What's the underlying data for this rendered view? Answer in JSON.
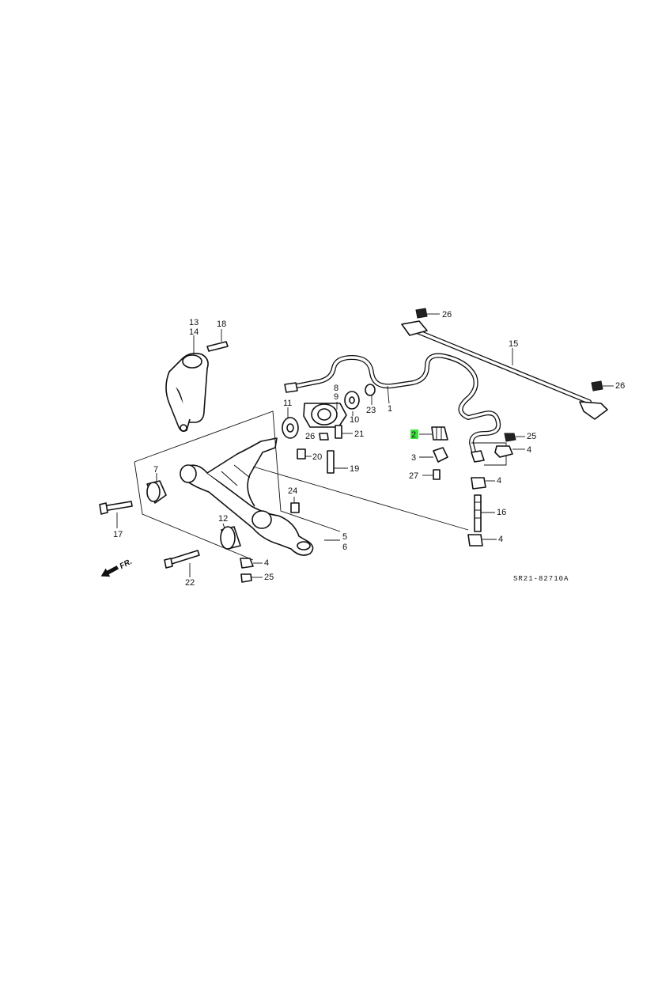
{
  "diagram": {
    "callouts": [
      {
        "id": "c26a",
        "text": "26"
      },
      {
        "id": "c15",
        "text": "15"
      },
      {
        "id": "c26b",
        "text": "26"
      },
      {
        "id": "c13",
        "text": "13"
      },
      {
        "id": "c14",
        "text": "14"
      },
      {
        "id": "c18",
        "text": "18"
      },
      {
        "id": "c8",
        "text": "8"
      },
      {
        "id": "c9",
        "text": "9"
      },
      {
        "id": "c10",
        "text": "10"
      },
      {
        "id": "c23",
        "text": "23"
      },
      {
        "id": "c1",
        "text": "1"
      },
      {
        "id": "c11",
        "text": "11"
      },
      {
        "id": "c26c",
        "text": "26"
      },
      {
        "id": "c21",
        "text": "21"
      },
      {
        "id": "c20",
        "text": "20"
      },
      {
        "id": "c19",
        "text": "19"
      },
      {
        "id": "c2",
        "text": "2"
      },
      {
        "id": "c3",
        "text": "3"
      },
      {
        "id": "c27",
        "text": "27"
      },
      {
        "id": "c25a",
        "text": "25"
      },
      {
        "id": "c4a",
        "text": "4"
      },
      {
        "id": "c4b",
        "text": "4"
      },
      {
        "id": "c16",
        "text": "16"
      },
      {
        "id": "c4c",
        "text": "4"
      },
      {
        "id": "c7",
        "text": "7"
      },
      {
        "id": "c17",
        "text": "17"
      },
      {
        "id": "c24",
        "text": "24"
      },
      {
        "id": "c12",
        "text": "12"
      },
      {
        "id": "c5",
        "text": "5"
      },
      {
        "id": "c6",
        "text": "6"
      },
      {
        "id": "c4d",
        "text": "4"
      },
      {
        "id": "c25b",
        "text": "25"
      },
      {
        "id": "c22",
        "text": "22"
      }
    ],
    "direction_label": "FR.",
    "diagram_code": "SR21-82710A",
    "highlight_color": "#39e639",
    "ink_color": "#111111"
  }
}
